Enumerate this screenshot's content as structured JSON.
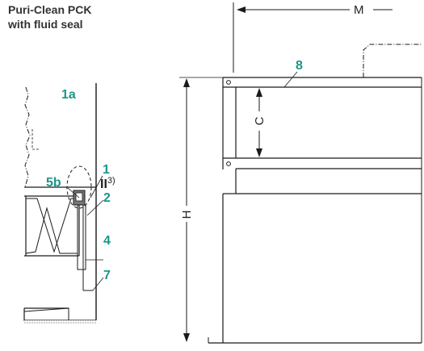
{
  "title": {
    "line1": "Puri-Clean PCK",
    "line2": "with fluid seal"
  },
  "labels": {
    "part_1a": "1a",
    "part_5b": "5b",
    "detail": "II",
    "detail_footnote": "3)",
    "part_1": "1",
    "part_2": "2",
    "part_4": "4",
    "part_7": "7",
    "part_8": "8"
  },
  "dimensions": {
    "M": "M",
    "H": "H",
    "C": "C"
  },
  "colors": {
    "accent": "#1a9688",
    "line": "#1a1a1a",
    "title": "#333333"
  }
}
